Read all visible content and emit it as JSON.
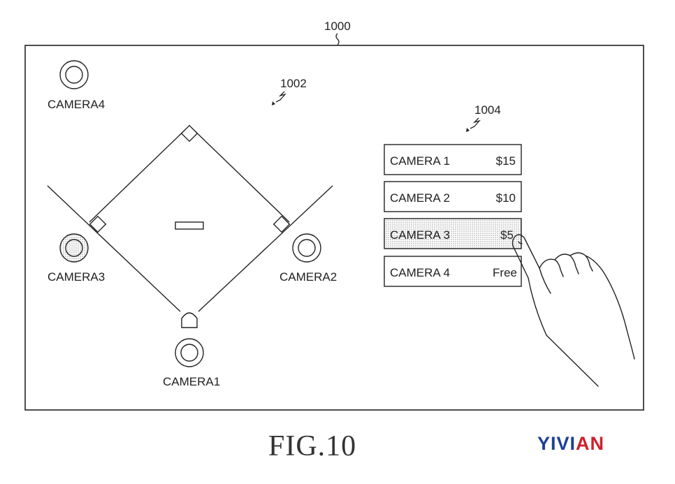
{
  "figure": {
    "ref_device": "1000",
    "ref_field": "1002",
    "ref_menu": "1004",
    "caption": "FIG.10"
  },
  "field_cameras": [
    {
      "id": "camera1",
      "label": "CAMERA1"
    },
    {
      "id": "camera2",
      "label": "CAMERA2"
    },
    {
      "id": "camera3",
      "label": "CAMERA3"
    },
    {
      "id": "camera4",
      "label": "CAMERA4"
    }
  ],
  "camera_options": [
    {
      "label": "CAMERA 1",
      "price": "$15",
      "selected": false
    },
    {
      "label": "CAMERA 2",
      "price": "$10",
      "selected": false
    },
    {
      "label": "CAMERA 3",
      "price": "$5",
      "selected": true
    },
    {
      "label": "CAMERA 4",
      "price": "Free",
      "selected": false
    }
  ],
  "watermark": {
    "part1": "YIVI",
    "part2": "AN",
    "color1": "#1d3f9a",
    "color2": "#d0202a"
  }
}
